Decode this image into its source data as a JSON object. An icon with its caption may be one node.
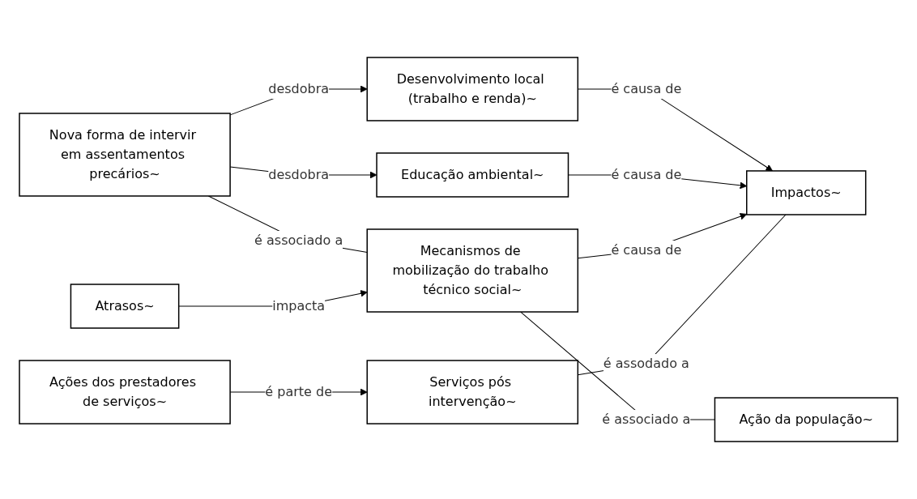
{
  "diagram": {
    "nodes": [
      {
        "text": [
          "Nova forma de intervir em assentamentos precários~"
        ]
      },
      {
        "text": [
          "Desenvolvimento local (trabalho e renda)~"
        ]
      },
      {
        "text": [
          "Educação ambiental~"
        ]
      },
      {
        "text": [
          "Mecanismos de mobilização do trabalho técnico social~"
        ]
      },
      {
        "text": [
          "Impactos~"
        ]
      },
      {
        "text": [
          "Serviços pós intervenção~"
        ]
      },
      {
        "text": [
          "Atrasos~"
        ]
      },
      {
        "text": [
          "Ação da população~"
        ]
      },
      {
        "text": [
          "Ações dos prestadores de serviços~"
        ]
      }
    ],
    "edges": [
      {
        "from": 0,
        "to": 1,
        "arrow": "to",
        "label": "desdobra"
      },
      {
        "from": 0,
        "to": 2,
        "arrow": "to",
        "label": "desdobra"
      },
      {
        "from": 0,
        "to": 3,
        "arrow": "none",
        "label": "é associado a"
      },
      {
        "from": 1,
        "to": 4,
        "arrow": "to",
        "label": "é causa de"
      },
      {
        "from": 2,
        "to": 4,
        "arrow": "to",
        "label": "é causa de"
      },
      {
        "from": 3,
        "to": 4,
        "arrow": "to",
        "label": "é causa de"
      },
      {
        "from": 5,
        "to": 4,
        "arrow": "none",
        "label": "é assodado a"
      },
      {
        "from": 6,
        "to": 3,
        "arrow": "to",
        "label": "impacta"
      },
      {
        "from": 3,
        "to": 7,
        "arrow": "none",
        "label": "é associado a"
      },
      {
        "from": 8,
        "to": 5,
        "arrow": "to",
        "label": "é parte de"
      }
    ]
  }
}
